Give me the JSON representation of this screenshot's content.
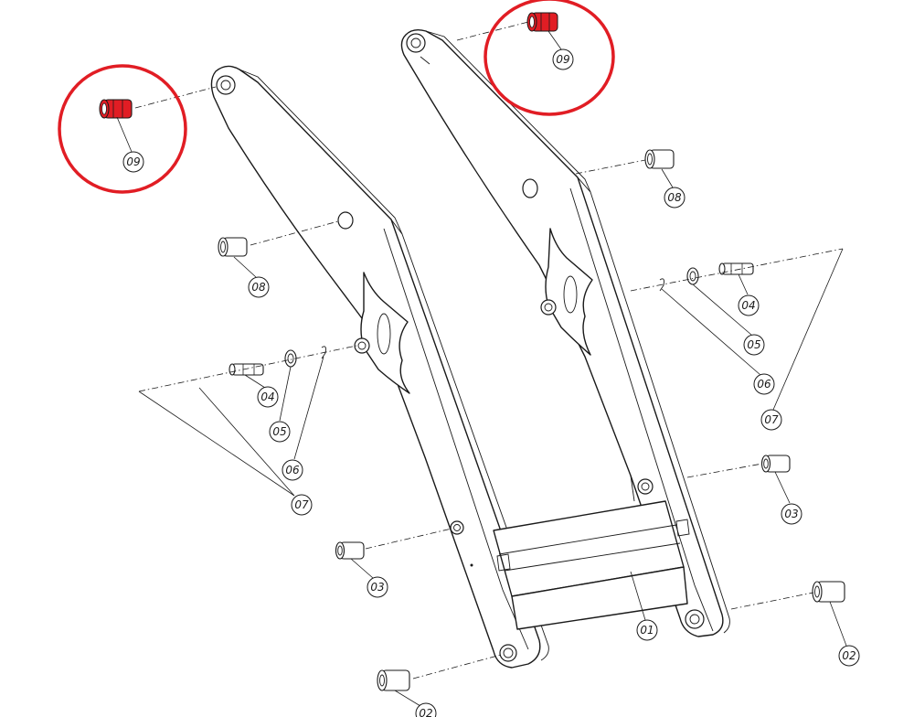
{
  "diagram": {
    "highlight_color": "#e11d24",
    "line_color": "#1a1a1a",
    "part_labels": {
      "p01": "01",
      "p02a": "02",
      "p02b": "02",
      "p03a": "03",
      "p03b": "03",
      "p04a": "04",
      "p04b": "04",
      "p05a": "05",
      "p05b": "05",
      "p06a": "06",
      "p06b": "06",
      "p07a": "07",
      "p07b": "07",
      "p08a": "08",
      "p08b": "08",
      "p09a": "09",
      "p09b": "09"
    }
  }
}
